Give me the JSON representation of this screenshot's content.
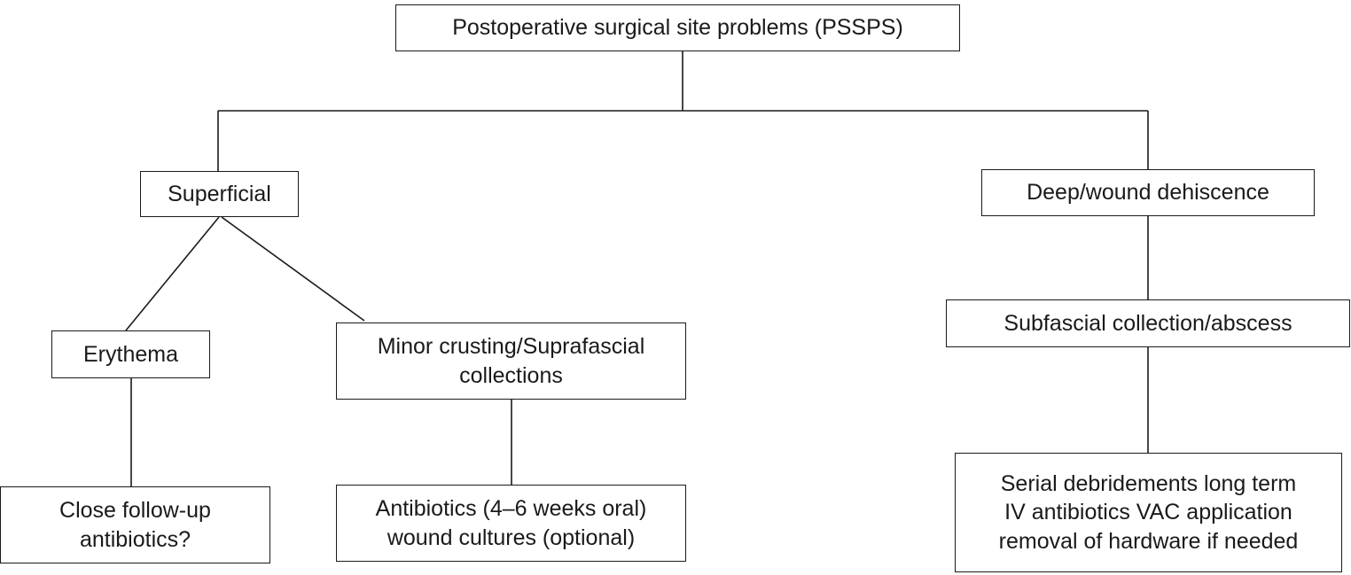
{
  "diagram": {
    "nodes": {
      "root": {
        "lines": [
          "Postoperative surgical site problems (PSSPS)"
        ]
      },
      "superficial": {
        "lines": [
          "Superficial"
        ]
      },
      "deep": {
        "lines": [
          "Deep/wound dehiscence"
        ]
      },
      "erythema": {
        "lines": [
          "Erythema"
        ]
      },
      "minor": {
        "lines": [
          "Minor crusting/Suprafascial",
          "collections"
        ]
      },
      "subfascial": {
        "lines": [
          "Subfascial collection/abscess"
        ]
      },
      "close_follow_up": {
        "lines": [
          "Close follow-up",
          "antibiotics?"
        ]
      },
      "antibiotics": {
        "lines": [
          "Antibiotics (4–6 weeks oral)",
          "wound cultures (optional)"
        ]
      },
      "serial": {
        "lines": [
          "Serial debridements long term",
          "IV antibiotics VAC application",
          "removal of hardware if needed"
        ]
      }
    },
    "edges": [
      [
        "root",
        "superficial"
      ],
      [
        "root",
        "deep"
      ],
      [
        "superficial",
        "erythema"
      ],
      [
        "superficial",
        "minor"
      ],
      [
        "erythema",
        "close_follow_up"
      ],
      [
        "minor",
        "antibiotics"
      ],
      [
        "deep",
        "subfascial"
      ],
      [
        "subfascial",
        "serial"
      ]
    ],
    "colors": {
      "stroke": "#1a1a1a",
      "background": "#ffffff"
    }
  }
}
